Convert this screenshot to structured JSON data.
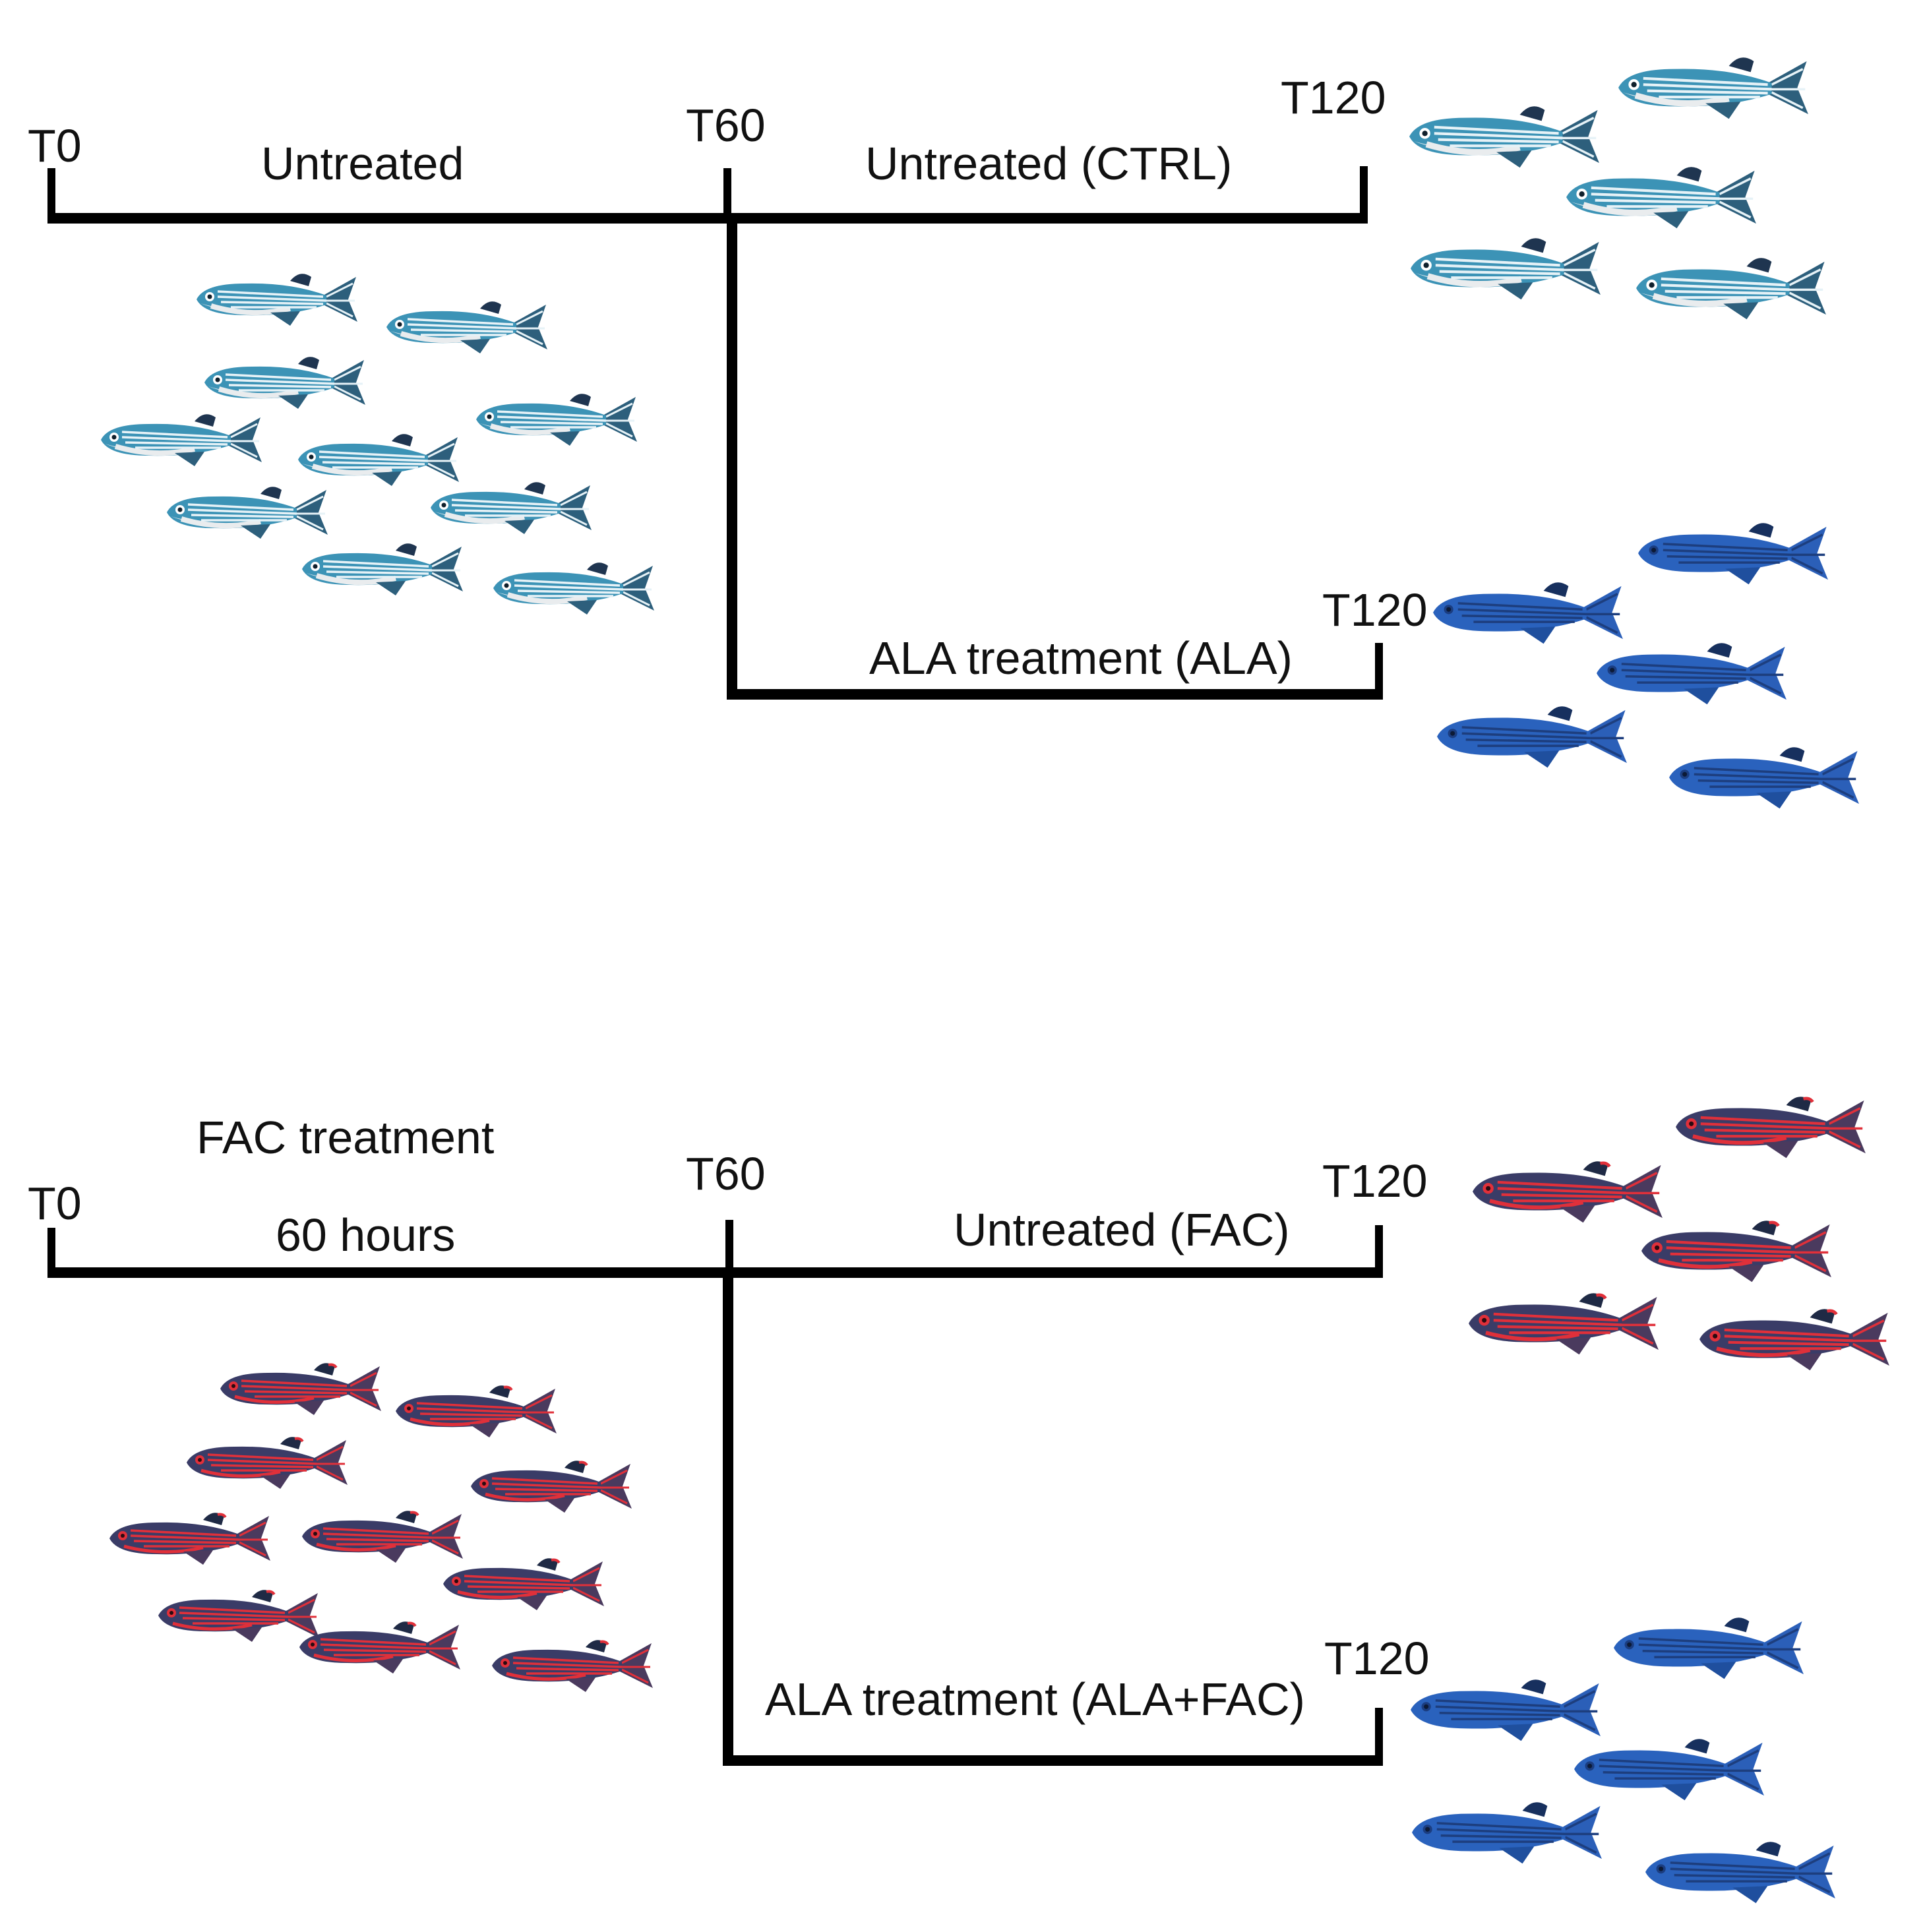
{
  "colors": {
    "line": "#000000",
    "text": "#111111",
    "fish_untreated_body": "#3c93b6",
    "fish_untreated_stripe": "#e6f2f7",
    "fish_untreated_belly": "#e9ecee",
    "fish_ala_body": "#2a62bd",
    "fish_ala_stripe": "#1d3e7e",
    "fish_fac_body": "#3a3c67",
    "fish_fac_stripe": "#e0303a",
    "fish_fin_dark": "#1f3550"
  },
  "icons": {
    "untreated_fish": "zebrafish-untreated-icon",
    "ala_fish": "zebrafish-ala-icon",
    "fac_fish": "zebrafish-fac-icon"
  },
  "panel_top": {
    "t0": "T0",
    "t60": "T60",
    "t120_ctrl": "T120",
    "t120_ala": "T120",
    "phase1_label": "Untreated",
    "branch_ctrl_label": "Untreated (CTRL)",
    "branch_ala_label": "ALA treatment (ALA)"
  },
  "panel_bottom": {
    "t0": "T0",
    "t60": "T60",
    "t120_fac": "T120",
    "t120_alafac": "T120",
    "phase1_label": "FAC treatment",
    "phase1_sublabel": "60 hours",
    "branch_fac_label": "Untreated (FAC)",
    "branch_alafac_label": "ALA treatment (ALA+FAC)"
  }
}
